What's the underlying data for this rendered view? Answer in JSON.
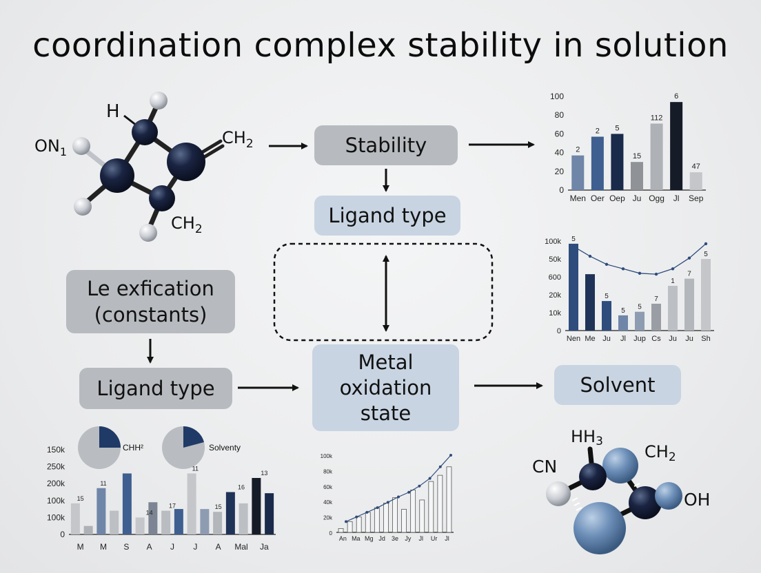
{
  "title": "coordination complex stability in solution",
  "colors": {
    "navy": "#1a2a4a",
    "steel": "#3e5f8f",
    "blue_gray": "#6f86a8",
    "light_gray": "#b9bcc0",
    "dark": "#161b28",
    "sphere_blue": "#6d8fb8"
  },
  "boxes": {
    "stability": "Stability",
    "ligand_top": "Ligand type",
    "le_exfication_line1": "Le exfication",
    "le_exfication_line2": "(constants)",
    "ligand_left": "Ligand type",
    "metal_line1": "Metal",
    "metal_line2": "oxidation",
    "metal_line3": "state",
    "solvent": "Solvent"
  },
  "molecule_top": {
    "label_on": "ON",
    "label_on_sub": "1",
    "label_h": "H",
    "label_ch2_top": "CH",
    "label_ch2_top_sub": "2",
    "label_ch2_bottom": "CH",
    "label_ch2_bottom_sub": "2"
  },
  "molecule_bottom": {
    "label_hh3": "HH",
    "label_hh3_sub": "3",
    "label_ch2": "CH",
    "label_ch2_sub": "2",
    "label_cn": "CN",
    "label_oh": "OH"
  },
  "pies": {
    "left_label": "CHH²",
    "right_label": "Solventy"
  },
  "chart_data": [
    {
      "type": "bar",
      "categories": [
        "Men",
        "Oer",
        "Oep",
        "Ju",
        "Ogg",
        "Jl",
        "Sep"
      ],
      "values": [
        37,
        57,
        60,
        30,
        71,
        94,
        19
      ],
      "data_labels": [
        "2",
        "2",
        "5",
        "15",
        "112",
        "6",
        "47"
      ],
      "colors": [
        "#6f86a8",
        "#3e5f8f",
        "#1a2a4a",
        "#8f9296",
        "#aeb1b5",
        "#161b28",
        "#c4c6c9"
      ],
      "ylim": [
        0,
        100
      ],
      "yticks": [
        "0",
        "20",
        "40",
        "60",
        "80",
        "100"
      ]
    },
    {
      "type": "bar",
      "categories": [
        "Nen",
        "Me",
        "Ju",
        "Jl",
        "Jup",
        "Cs",
        "Ju",
        "Ju",
        "Sh"
      ],
      "values": [
        97,
        63,
        33,
        17,
        21,
        30,
        50,
        58,
        80
      ],
      "data_labels": [
        "5",
        "",
        "5",
        "5",
        "5",
        "7",
        "1",
        "7",
        "5"
      ],
      "colors": [
        "#2e4c7c",
        "#1f3358",
        "#2e4c7c",
        "#6f86a8",
        "#8e9cb2",
        "#9a9ea4",
        "#bcbfc3",
        "#b3b6ba",
        "#c4c6c9"
      ],
      "line_values": [
        94,
        83,
        74,
        69,
        64,
        63,
        69,
        81,
        97
      ],
      "ylim": [
        0,
        100
      ],
      "yticks": [
        "0",
        "10k",
        "20k",
        "600",
        "50k",
        "100k"
      ]
    },
    {
      "type": "bar",
      "categories": [
        "M",
        "M",
        "S",
        "A",
        "J",
        "J",
        "A",
        "Mal",
        "Ja"
      ],
      "group_labels": [
        "15",
        "11",
        "",
        "14",
        "17",
        "11",
        "15",
        "16",
        "13"
      ],
      "bars": [
        {
          "value": 55,
          "color": "#c4c6c9"
        },
        {
          "value": 15,
          "color": "#aeb1b5"
        },
        {
          "value": 82,
          "color": "#6f86a8"
        },
        {
          "value": 42,
          "color": "#bcbfc3"
        },
        {
          "value": 108,
          "color": "#3e5f8f"
        },
        {
          "value": 30,
          "color": "#c4c6c9"
        },
        {
          "value": 57,
          "color": "#7d8594"
        },
        {
          "value": 42,
          "color": "#b9bcc0"
        },
        {
          "value": 45,
          "color": "#3e5f8f"
        },
        {
          "value": 108,
          "color": "#c4c6c9"
        },
        {
          "value": 45,
          "color": "#8e9cb2"
        },
        {
          "value": 40,
          "color": "#b3b6ba"
        },
        {
          "value": 75,
          "color": "#1f3358"
        },
        {
          "value": 55,
          "color": "#bcbfc3"
        },
        {
          "value": 100,
          "color": "#161b28"
        },
        {
          "value": 73,
          "color": "#1a2a4a"
        }
      ],
      "ylim": [
        0,
        150
      ],
      "yticks": [
        "0",
        "100k",
        "100k",
        "200k",
        "250k",
        "150k"
      ]
    },
    {
      "type": "bar",
      "categories": [
        "An",
        "Ma",
        "Mg",
        "Jd",
        "3e",
        "Jy",
        "Jl",
        "Ur",
        "Jl"
      ],
      "values": [
        5,
        14,
        20,
        26,
        32,
        38,
        45,
        30,
        55,
        42,
        66,
        74,
        85
      ],
      "line_values": [
        14,
        20,
        26,
        32,
        39,
        46,
        52,
        60,
        70,
        85,
        100
      ],
      "ylim": [
        0,
        100
      ],
      "yticks": [
        "0",
        "20k",
        "40k",
        "60k",
        "80k",
        "100k"
      ]
    }
  ]
}
